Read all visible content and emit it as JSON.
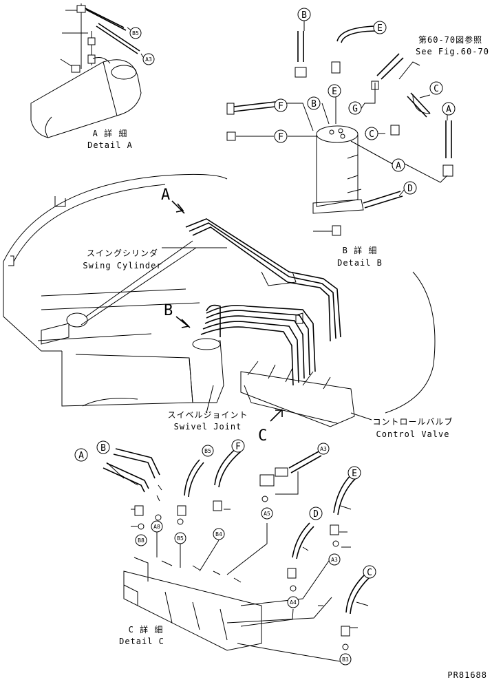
{
  "drawing": {
    "ref_jp": "第60-70図参照",
    "ref_en": "See Fig.60-70",
    "part_code": "PR81688"
  },
  "details": {
    "a": {
      "marker": "A",
      "title_jp": "A 詳 細",
      "title_en": "Detail A"
    },
    "b": {
      "marker": "B",
      "title_jp": "B 詳 細",
      "title_en": "Detail B"
    },
    "c": {
      "marker": "C",
      "title_jp": "C 詳 細",
      "title_en": "Detail C"
    }
  },
  "components": {
    "swing_cylinder_jp": "スイングシリンダ",
    "swing_cylinder_en": "Swing Cylinder",
    "swivel_joint_jp": "スイベルジョイント",
    "swivel_joint_en": "Swivel Joint",
    "control_valve_jp": "コントロールバルブ",
    "control_valve_en": "Control Valve"
  },
  "callouts": {
    "A": "A",
    "B": "B",
    "C": "C",
    "D": "D",
    "E": "E",
    "F": "F",
    "G": "G",
    "A3": "A3",
    "A4": "A4",
    "A5": "A5",
    "A8": "A8",
    "B3": "B3",
    "B4": "B4",
    "B5": "B5",
    "B8": "B8"
  }
}
